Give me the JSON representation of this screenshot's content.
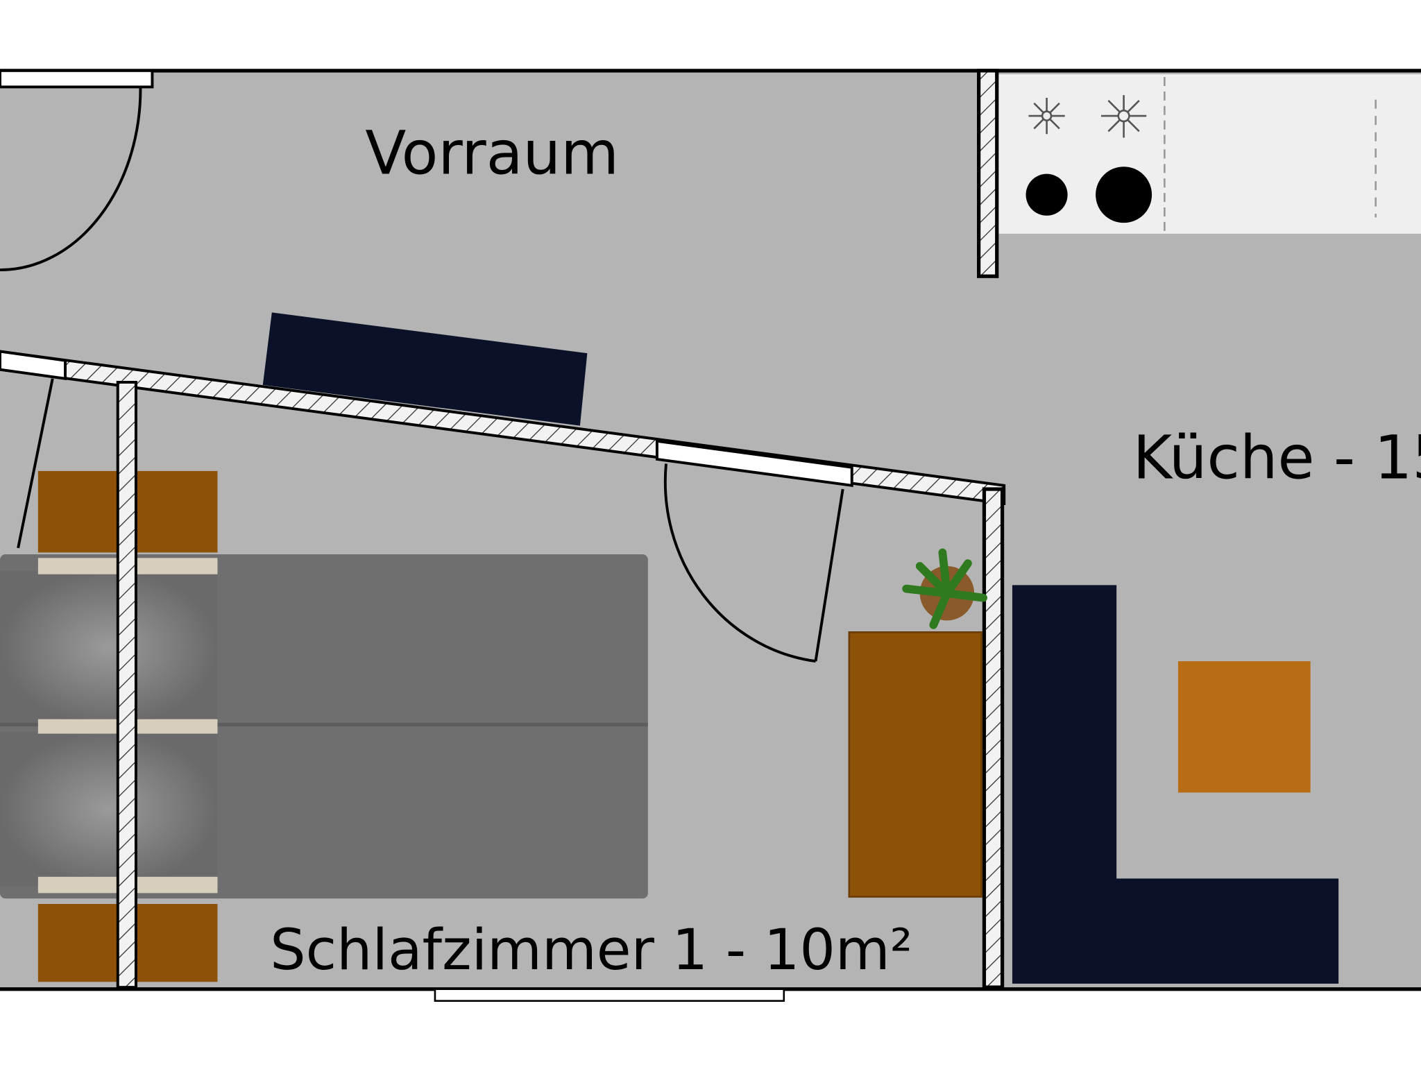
{
  "rooms": {
    "hallway": "Vorraum",
    "kitchen": "Küche - 15",
    "bedroom": "Schlafzimmer 1 - 10m²"
  },
  "colors": {
    "floor": "#b4b4b4",
    "wall": "#000000",
    "counter": "#efefef",
    "wood": "#8e5108",
    "table": "#b86c14",
    "sofa": "#0b1128",
    "bed": "#6f6f6f"
  }
}
